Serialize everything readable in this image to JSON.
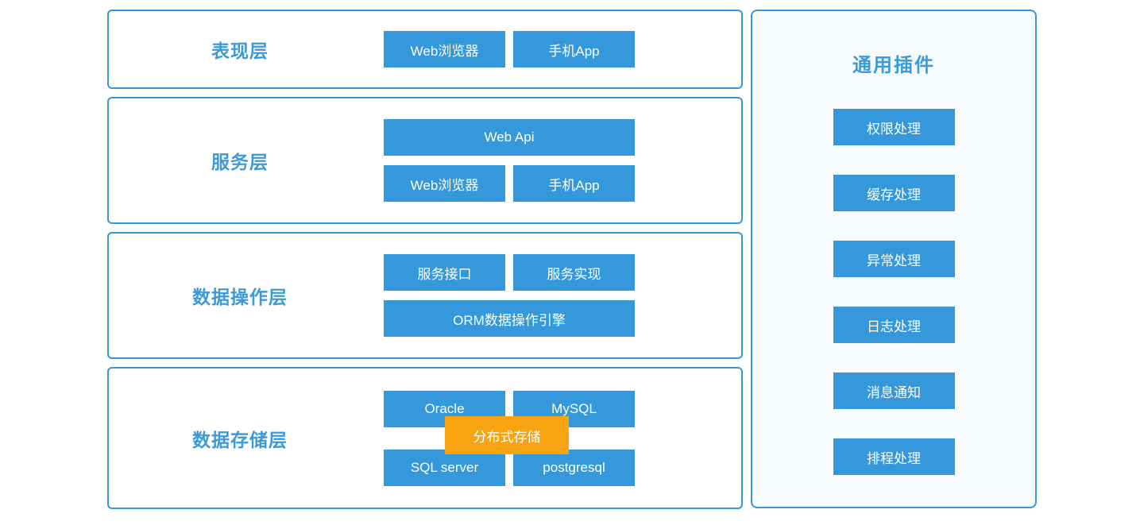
{
  "colors": {
    "accent": "#3498db",
    "accent_text": "#3b9ad9",
    "orange": "#f8a411",
    "panel_bg": "#f7fbfe"
  },
  "layers": [
    {
      "label": "表现层",
      "rows": [
        [
          {
            "label": "Web浏览器"
          },
          {
            "label": "手机App"
          }
        ]
      ]
    },
    {
      "label": "服务层",
      "rows": [
        [
          {
            "label": "Web Api",
            "wide": true
          }
        ],
        [
          {
            "label": "Web浏览器"
          },
          {
            "label": "手机App"
          }
        ]
      ]
    },
    {
      "label": "数据操作层",
      "rows": [
        [
          {
            "label": "服务接口"
          },
          {
            "label": "服务实现"
          }
        ],
        [
          {
            "label": "ORM数据操作引擎",
            "wide": true
          }
        ]
      ]
    },
    {
      "label": "数据存储层",
      "rows": [
        [
          {
            "label": "Oracle"
          },
          {
            "label": "MySQL"
          }
        ],
        [
          {
            "label": "SQL server"
          },
          {
            "label": "postgresql"
          }
        ]
      ],
      "overlay": "分布式存储"
    }
  ],
  "plugins": {
    "title": "通用插件",
    "items": [
      {
        "label": "权限处理"
      },
      {
        "label": "缓存处理"
      },
      {
        "label": "异常处理"
      },
      {
        "label": "日志处理"
      },
      {
        "label": "消息通知"
      },
      {
        "label": "排程处理"
      }
    ]
  }
}
